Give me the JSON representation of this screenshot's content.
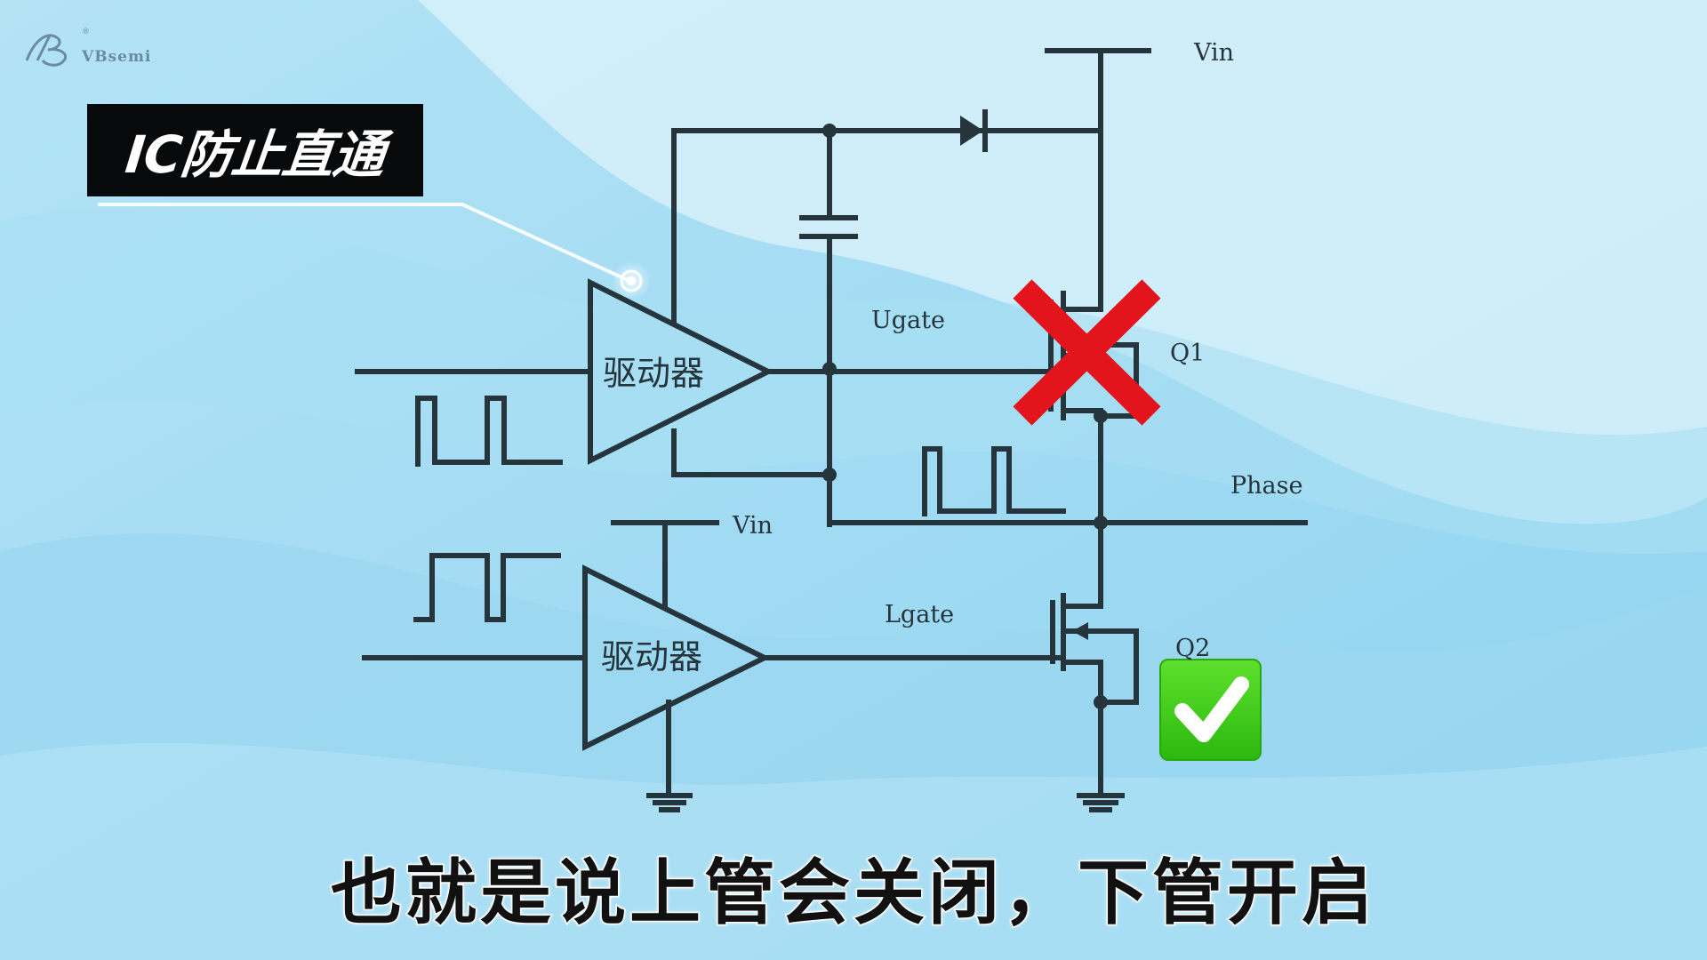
{
  "logo": {
    "text": "VBsemi",
    "mark": "®"
  },
  "title_label": "IC防止直通",
  "circuit": {
    "vin_top": "Vin",
    "vin_bottom": "Vin",
    "ugate": "Ugate",
    "lgate": "Lgate",
    "phase": "Phase",
    "q1": "Q1",
    "q2": "Q2",
    "driver_top": "驱动器",
    "driver_bottom": "驱动器",
    "q1_status": "off",
    "q2_status": "on"
  },
  "caption": "也就是说上管会关闭，下管开启",
  "colors": {
    "wire": "#26343c",
    "cross": "#e3141b",
    "check_bg": "#3fd11a",
    "title_bg": "#07090b",
    "background": "#bfe7f6"
  },
  "icons": {
    "q1_marker": "cross-icon",
    "q2_marker": "check-icon",
    "logo": "vbsemi-logo-icon"
  }
}
